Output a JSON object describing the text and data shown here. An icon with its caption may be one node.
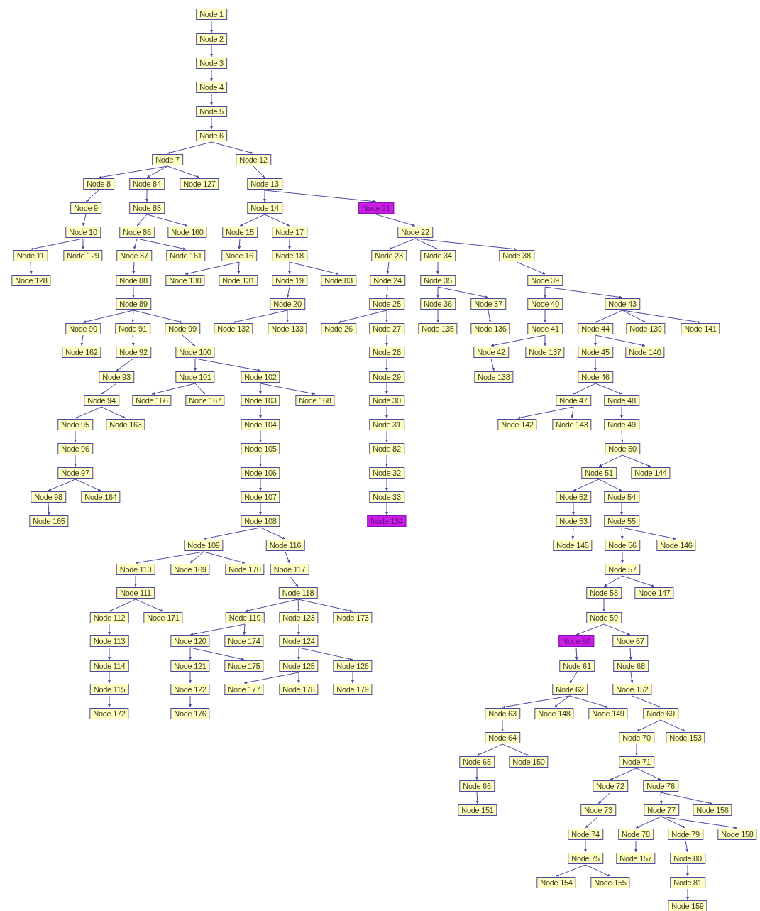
{
  "diagram": {
    "nodes": [
      {
        "text": [
          "Node 1"
        ]
      },
      {
        "text": [
          "Node 2"
        ]
      },
      {
        "text": [
          "Node 3"
        ]
      },
      {
        "text": [
          "Node 4"
        ]
      },
      {
        "text": [
          "Node 5"
        ]
      },
      {
        "text": [
          "Node 6"
        ]
      },
      {
        "text": [
          "Node 7"
        ]
      },
      {
        "text": [
          "Node 8"
        ]
      },
      {
        "text": [
          "Node 9"
        ]
      },
      {
        "text": [
          "Node 10"
        ]
      },
      {
        "text": [
          "Node 11"
        ]
      },
      {
        "text": [
          "Node 12"
        ]
      },
      {
        "text": [
          "Node 13"
        ]
      },
      {
        "text": [
          "Node 14"
        ]
      },
      {
        "text": [
          "Node 15"
        ]
      },
      {
        "text": [
          "Node 16"
        ]
      },
      {
        "text": [
          "Node 17"
        ]
      },
      {
        "text": [
          "Node 18"
        ]
      },
      {
        "text": [
          "Node 19"
        ]
      },
      {
        "text": [
          "Node 20"
        ]
      },
      {
        "text": [
          "Node 21"
        ]
      },
      {
        "text": [
          "Node 22"
        ]
      },
      {
        "text": [
          "Node 23"
        ]
      },
      {
        "text": [
          "Node 24"
        ]
      },
      {
        "text": [
          "Node 25"
        ]
      },
      {
        "text": [
          "Node 26"
        ]
      },
      {
        "text": [
          "Node 27"
        ]
      },
      {
        "text": [
          "Node 28"
        ]
      },
      {
        "text": [
          "Node 29"
        ]
      },
      {
        "text": [
          "Node 30"
        ]
      },
      {
        "text": [
          "Node 31"
        ]
      },
      {
        "text": [
          "Node 32"
        ]
      },
      {
        "text": [
          "Node 33"
        ]
      },
      {
        "text": [
          "Node 34"
        ]
      },
      {
        "text": [
          "Node 35"
        ]
      },
      {
        "text": [
          "Node 36"
        ]
      },
      {
        "text": [
          "Node 37"
        ]
      },
      {
        "text": [
          "Node 38"
        ]
      },
      {
        "text": [
          "Node 39"
        ]
      },
      {
        "text": [
          "Node 40"
        ]
      },
      {
        "text": [
          "Node 41"
        ]
      },
      {
        "text": [
          "Node 42"
        ]
      },
      {
        "text": [
          "Node 43"
        ]
      },
      {
        "text": [
          "Node 44"
        ]
      },
      {
        "text": [
          "Node 45"
        ]
      },
      {
        "text": [
          "Node 46"
        ]
      },
      {
        "text": [
          "Node 47"
        ]
      },
      {
        "text": [
          "Node 48"
        ]
      },
      {
        "text": [
          "Node 49"
        ]
      },
      {
        "text": [
          "Node 50"
        ]
      },
      {
        "text": [
          "Node 51"
        ]
      },
      {
        "text": [
          "Node 52"
        ]
      },
      {
        "text": [
          "Node 53"
        ]
      },
      {
        "text": [
          "Node 54"
        ]
      },
      {
        "text": [
          "Node 55"
        ]
      },
      {
        "text": [
          "Node 56"
        ]
      },
      {
        "text": [
          "Node 57"
        ]
      },
      {
        "text": [
          "Node 58"
        ]
      },
      {
        "text": [
          "Node 59"
        ]
      },
      {
        "text": [
          "Node 60"
        ]
      },
      {
        "text": [
          "Node 61"
        ]
      },
      {
        "text": [
          "Node 62"
        ]
      },
      {
        "text": [
          "Node 63"
        ]
      },
      {
        "text": [
          "Node 64"
        ]
      },
      {
        "text": [
          "Node 65"
        ]
      },
      {
        "text": [
          "Node 66"
        ]
      },
      {
        "text": [
          "Node 67"
        ]
      },
      {
        "text": [
          "Node 68"
        ]
      },
      {
        "text": [
          "Node 69"
        ]
      },
      {
        "text": [
          "Node 70"
        ]
      },
      {
        "text": [
          "Node 71"
        ]
      },
      {
        "text": [
          "Node 72"
        ]
      },
      {
        "text": [
          "Node 73"
        ]
      },
      {
        "text": [
          "Node 74"
        ]
      },
      {
        "text": [
          "Node 75"
        ]
      },
      {
        "text": [
          "Node 76"
        ]
      },
      {
        "text": [
          "Node 77"
        ]
      },
      {
        "text": [
          "Node 78"
        ]
      },
      {
        "text": [
          "Node 79"
        ]
      },
      {
        "text": [
          "Node 80"
        ]
      },
      {
        "text": [
          "Node 81"
        ]
      },
      {
        "text": [
          "Node 82"
        ]
      },
      {
        "text": [
          "Node 83"
        ]
      },
      {
        "text": [
          "Node 84"
        ]
      },
      {
        "text": [
          "Node 85"
        ]
      },
      {
        "text": [
          "Node 86"
        ]
      },
      {
        "text": [
          "Node 87"
        ]
      },
      {
        "text": [
          "Node 88"
        ]
      },
      {
        "text": [
          "Node 89"
        ]
      },
      {
        "text": [
          "Node 90"
        ]
      },
      {
        "text": [
          "Node 91"
        ]
      },
      {
        "text": [
          "Node 92"
        ]
      },
      {
        "text": [
          "Node 93"
        ]
      },
      {
        "text": [
          "Node 94"
        ]
      },
      {
        "text": [
          "Node 95"
        ]
      },
      {
        "text": [
          "Node 96"
        ]
      },
      {
        "text": [
          "Node 97"
        ]
      },
      {
        "text": [
          "Node 98"
        ]
      },
      {
        "text": [
          "Node 99"
        ]
      },
      {
        "text": [
          "Node 100"
        ]
      },
      {
        "text": [
          "Node 101"
        ]
      },
      {
        "text": [
          "Node 102"
        ]
      },
      {
        "text": [
          "Node 103"
        ]
      },
      {
        "text": [
          "Node 104"
        ]
      },
      {
        "text": [
          "Node 105"
        ]
      },
      {
        "text": [
          "Node 106"
        ]
      },
      {
        "text": [
          "Node 107"
        ]
      },
      {
        "text": [
          "Node 108"
        ]
      },
      {
        "text": [
          "Node 109"
        ]
      },
      {
        "text": [
          "Node 110"
        ]
      },
      {
        "text": [
          "Node 111"
        ]
      },
      {
        "text": [
          "Node 112"
        ]
      },
      {
        "text": [
          "Node 113"
        ]
      },
      {
        "text": [
          "Node 114"
        ]
      },
      {
        "text": [
          "Node 115"
        ]
      },
      {
        "text": [
          "Node 116"
        ]
      },
      {
        "text": [
          "Node 117"
        ]
      },
      {
        "text": [
          "Node 118"
        ]
      },
      {
        "text": [
          "Node 119"
        ]
      },
      {
        "text": [
          "Node 120"
        ]
      },
      {
        "text": [
          "Node 121"
        ]
      },
      {
        "text": [
          "Node 122"
        ]
      },
      {
        "text": [
          "Node 123"
        ]
      },
      {
        "text": [
          "Node 124"
        ]
      },
      {
        "text": [
          "Node 125"
        ]
      },
      {
        "text": [
          "Node 126"
        ]
      },
      {
        "text": [
          "Node 127"
        ]
      },
      {
        "text": [
          "Node 128"
        ]
      },
      {
        "text": [
          "Node 129"
        ]
      },
      {
        "text": [
          "Node 130"
        ]
      },
      {
        "text": [
          "Node 131"
        ]
      },
      {
        "text": [
          "Node 132"
        ]
      },
      {
        "text": [
          "Node 133"
        ]
      },
      {
        "text": [
          "Node 134"
        ]
      },
      {
        "text": [
          "Node 135"
        ]
      },
      {
        "text": [
          "Node 136"
        ]
      },
      {
        "text": [
          "Node 137"
        ]
      },
      {
        "text": [
          "Node 138"
        ]
      },
      {
        "text": [
          "Node 139"
        ]
      },
      {
        "text": [
          "Node 140"
        ]
      },
      {
        "text": [
          "Node 141"
        ]
      },
      {
        "text": [
          "Node 142"
        ]
      },
      {
        "text": [
          "Node 143"
        ]
      },
      {
        "text": [
          "Node 144"
        ]
      },
      {
        "text": [
          "Node 145"
        ]
      },
      {
        "text": [
          "Node 146"
        ]
      },
      {
        "text": [
          "Node 147"
        ]
      },
      {
        "text": [
          "Node 148"
        ]
      },
      {
        "text": [
          "Node 149"
        ]
      },
      {
        "text": [
          "Node 150"
        ]
      },
      {
        "text": [
          "Node 151"
        ]
      },
      {
        "text": [
          "Node 152"
        ]
      },
      {
        "text": [
          "Node 153"
        ]
      },
      {
        "text": [
          "Node 154"
        ]
      },
      {
        "text": [
          "Node 155"
        ]
      },
      {
        "text": [
          "Node 156"
        ]
      },
      {
        "text": [
          "Node 157"
        ]
      },
      {
        "text": [
          "Node 158"
        ]
      },
      {
        "text": [
          "Node 159"
        ]
      },
      {
        "text": [
          "Node 160"
        ]
      },
      {
        "text": [
          "Node 161"
        ]
      },
      {
        "text": [
          "Node 162"
        ]
      },
      {
        "text": [
          "Node 163"
        ]
      },
      {
        "text": [
          "Node 164"
        ]
      },
      {
        "text": [
          "Node 165"
        ]
      },
      {
        "text": [
          "Node 166"
        ]
      },
      {
        "text": [
          "Node 167"
        ]
      },
      {
        "text": [
          "Node 168"
        ]
      },
      {
        "text": [
          "Node 169"
        ]
      },
      {
        "text": [
          "Node 170"
        ]
      },
      {
        "text": [
          "Node 171"
        ]
      },
      {
        "text": [
          "Node 172"
        ]
      },
      {
        "text": [
          "Node 173"
        ]
      },
      {
        "text": [
          "Node 174"
        ]
      },
      {
        "text": [
          "Node 175"
        ]
      },
      {
        "text": [
          "Node 176"
        ]
      },
      {
        "text": [
          "Node 177"
        ]
      },
      {
        "text": [
          "Node 178"
        ]
      },
      {
        "text": [
          "Node 179"
        ]
      }
    ],
    "edges": [
      {
        "from": 0,
        "to": 1,
        "arrow": "to"
      },
      {
        "from": 1,
        "to": 2,
        "arrow": "to"
      },
      {
        "from": 2,
        "to": 3,
        "arrow": "to"
      },
      {
        "from": 3,
        "to": 4,
        "arrow": "to"
      },
      {
        "from": 4,
        "to": 5,
        "arrow": "to"
      },
      {
        "from": 5,
        "to": 6,
        "arrow": "to"
      },
      {
        "from": 5,
        "to": 11,
        "arrow": "to"
      },
      {
        "from": 6,
        "to": 7,
        "arrow": "to"
      },
      {
        "from": 6,
        "to": 83,
        "arrow": "to"
      },
      {
        "from": 6,
        "to": 126,
        "arrow": "to"
      },
      {
        "from": 7,
        "to": 8,
        "arrow": "to"
      },
      {
        "from": 8,
        "to": 9,
        "arrow": "to"
      },
      {
        "from": 9,
        "to": 10,
        "arrow": "to"
      },
      {
        "from": 9,
        "to": 128,
        "arrow": "to"
      },
      {
        "from": 10,
        "to": 127,
        "arrow": "to"
      },
      {
        "from": 83,
        "to": 84,
        "arrow": "to"
      },
      {
        "from": 84,
        "to": 85,
        "arrow": "to"
      },
      {
        "from": 84,
        "to": 159,
        "arrow": "to"
      },
      {
        "from": 85,
        "to": 86,
        "arrow": "to"
      },
      {
        "from": 85,
        "to": 160,
        "arrow": "to"
      },
      {
        "from": 86,
        "to": 87,
        "arrow": "to"
      },
      {
        "from": 87,
        "to": 88,
        "arrow": "to"
      },
      {
        "from": 88,
        "to": 89,
        "arrow": "to"
      },
      {
        "from": 88,
        "to": 90,
        "arrow": "to"
      },
      {
        "from": 88,
        "to": 98,
        "arrow": "to"
      },
      {
        "from": 89,
        "to": 161,
        "arrow": "to"
      },
      {
        "from": 90,
        "to": 91,
        "arrow": "to"
      },
      {
        "from": 91,
        "to": 92,
        "arrow": "to"
      },
      {
        "from": 92,
        "to": 93,
        "arrow": "to"
      },
      {
        "from": 93,
        "to": 94,
        "arrow": "to"
      },
      {
        "from": 93,
        "to": 162,
        "arrow": "to"
      },
      {
        "from": 94,
        "to": 95,
        "arrow": "to"
      },
      {
        "from": 95,
        "to": 96,
        "arrow": "to"
      },
      {
        "from": 96,
        "to": 97,
        "arrow": "to"
      },
      {
        "from": 96,
        "to": 163,
        "arrow": "to"
      },
      {
        "from": 97,
        "to": 164,
        "arrow": "to"
      },
      {
        "from": 98,
        "to": 99,
        "arrow": "to"
      },
      {
        "from": 99,
        "to": 100,
        "arrow": "to"
      },
      {
        "from": 99,
        "to": 101,
        "arrow": "to"
      },
      {
        "from": 100,
        "to": 165,
        "arrow": "to"
      },
      {
        "from": 100,
        "to": 166,
        "arrow": "to"
      },
      {
        "from": 101,
        "to": 102,
        "arrow": "to"
      },
      {
        "from": 101,
        "to": 167,
        "arrow": "to"
      },
      {
        "from": 102,
        "to": 103,
        "arrow": "to"
      },
      {
        "from": 103,
        "to": 104,
        "arrow": "to"
      },
      {
        "from": 104,
        "to": 105,
        "arrow": "to"
      },
      {
        "from": 105,
        "to": 106,
        "arrow": "to"
      },
      {
        "from": 106,
        "to": 107,
        "arrow": "to"
      },
      {
        "from": 107,
        "to": 108,
        "arrow": "to"
      },
      {
        "from": 107,
        "to": 115,
        "arrow": "to"
      },
      {
        "from": 108,
        "to": 109,
        "arrow": "to"
      },
      {
        "from": 108,
        "to": 168,
        "arrow": "to"
      },
      {
        "from": 108,
        "to": 169,
        "arrow": "to"
      },
      {
        "from": 109,
        "to": 110,
        "arrow": "to"
      },
      {
        "from": 110,
        "to": 111,
        "arrow": "to"
      },
      {
        "from": 110,
        "to": 170,
        "arrow": "to"
      },
      {
        "from": 111,
        "to": 112,
        "arrow": "to"
      },
      {
        "from": 112,
        "to": 113,
        "arrow": "to"
      },
      {
        "from": 113,
        "to": 114,
        "arrow": "to"
      },
      {
        "from": 114,
        "to": 171,
        "arrow": "to"
      },
      {
        "from": 115,
        "to": 116,
        "arrow": "to"
      },
      {
        "from": 116,
        "to": 117,
        "arrow": "to"
      },
      {
        "from": 117,
        "to": 118,
        "arrow": "to"
      },
      {
        "from": 117,
        "to": 122,
        "arrow": "to"
      },
      {
        "from": 117,
        "to": 172,
        "arrow": "to"
      },
      {
        "from": 118,
        "to": 119,
        "arrow": "to"
      },
      {
        "from": 118,
        "to": 173,
        "arrow": "to"
      },
      {
        "from": 119,
        "to": 120,
        "arrow": "to"
      },
      {
        "from": 119,
        "to": 174,
        "arrow": "to"
      },
      {
        "from": 120,
        "to": 121,
        "arrow": "to"
      },
      {
        "from": 121,
        "to": 175,
        "arrow": "to"
      },
      {
        "from": 122,
        "to": 123,
        "arrow": "to"
      },
      {
        "from": 123,
        "to": 124,
        "arrow": "to"
      },
      {
        "from": 123,
        "to": 125,
        "arrow": "to"
      },
      {
        "from": 124,
        "to": 176,
        "arrow": "to"
      },
      {
        "from": 124,
        "to": 177,
        "arrow": "to"
      },
      {
        "from": 125,
        "to": 178,
        "arrow": "to"
      },
      {
        "from": 11,
        "to": 12,
        "arrow": "to"
      },
      {
        "from": 12,
        "to": 13,
        "arrow": "to"
      },
      {
        "from": 12,
        "to": 20,
        "arrow": "to"
      },
      {
        "from": 13,
        "to": 14,
        "arrow": "to"
      },
      {
        "from": 13,
        "to": 16,
        "arrow": "to"
      },
      {
        "from": 14,
        "to": 15,
        "arrow": "to"
      },
      {
        "from": 15,
        "to": 129,
        "arrow": "to"
      },
      {
        "from": 15,
        "to": 130,
        "arrow": "to"
      },
      {
        "from": 16,
        "to": 17,
        "arrow": "to"
      },
      {
        "from": 17,
        "to": 18,
        "arrow": "to"
      },
      {
        "from": 17,
        "to": 82,
        "arrow": "to"
      },
      {
        "from": 18,
        "to": 19,
        "arrow": "to"
      },
      {
        "from": 19,
        "to": 131,
        "arrow": "to"
      },
      {
        "from": 19,
        "to": 132,
        "arrow": "to"
      },
      {
        "from": 20,
        "to": 21,
        "arrow": "to"
      },
      {
        "from": 21,
        "to": 22,
        "arrow": "to"
      },
      {
        "from": 21,
        "to": 33,
        "arrow": "to"
      },
      {
        "from": 21,
        "to": 37,
        "arrow": "to"
      },
      {
        "from": 22,
        "to": 23,
        "arrow": "to"
      },
      {
        "from": 23,
        "to": 24,
        "arrow": "to"
      },
      {
        "from": 24,
        "to": 25,
        "arrow": "to"
      },
      {
        "from": 24,
        "to": 26,
        "arrow": "to"
      },
      {
        "from": 26,
        "to": 27,
        "arrow": "to"
      },
      {
        "from": 27,
        "to": 28,
        "arrow": "to"
      },
      {
        "from": 28,
        "to": 29,
        "arrow": "to"
      },
      {
        "from": 29,
        "to": 30,
        "arrow": "to"
      },
      {
        "from": 30,
        "to": 81,
        "arrow": "to"
      },
      {
        "from": 81,
        "to": 31,
        "arrow": "to"
      },
      {
        "from": 31,
        "to": 32,
        "arrow": "to"
      },
      {
        "from": 32,
        "to": 133,
        "arrow": "to"
      },
      {
        "from": 33,
        "to": 34,
        "arrow": "to"
      },
      {
        "from": 34,
        "to": 35,
        "arrow": "to"
      },
      {
        "from": 34,
        "to": 36,
        "arrow": "to"
      },
      {
        "from": 35,
        "to": 134,
        "arrow": "to"
      },
      {
        "from": 36,
        "to": 135,
        "arrow": "to"
      },
      {
        "from": 37,
        "to": 38,
        "arrow": "to"
      },
      {
        "from": 38,
        "to": 39,
        "arrow": "to"
      },
      {
        "from": 38,
        "to": 42,
        "arrow": "to"
      },
      {
        "from": 39,
        "to": 40,
        "arrow": "to"
      },
      {
        "from": 40,
        "to": 41,
        "arrow": "to"
      },
      {
        "from": 40,
        "to": 136,
        "arrow": "to"
      },
      {
        "from": 41,
        "to": 137,
        "arrow": "to"
      },
      {
        "from": 42,
        "to": 43,
        "arrow": "to"
      },
      {
        "from": 42,
        "to": 138,
        "arrow": "to"
      },
      {
        "from": 42,
        "to": 140,
        "arrow": "to"
      },
      {
        "from": 43,
        "to": 44,
        "arrow": "to"
      },
      {
        "from": 43,
        "to": 139,
        "arrow": "to"
      },
      {
        "from": 44,
        "to": 45,
        "arrow": "to"
      },
      {
        "from": 45,
        "to": 46,
        "arrow": "to"
      },
      {
        "from": 45,
        "to": 47,
        "arrow": "to"
      },
      {
        "from": 46,
        "to": 141,
        "arrow": "to"
      },
      {
        "from": 46,
        "to": 142,
        "arrow": "to"
      },
      {
        "from": 47,
        "to": 48,
        "arrow": "to"
      },
      {
        "from": 48,
        "to": 49,
        "arrow": "to"
      },
      {
        "from": 49,
        "to": 50,
        "arrow": "to"
      },
      {
        "from": 49,
        "to": 143,
        "arrow": "to"
      },
      {
        "from": 50,
        "to": 51,
        "arrow": "to"
      },
      {
        "from": 50,
        "to": 53,
        "arrow": "to"
      },
      {
        "from": 51,
        "to": 52,
        "arrow": "to"
      },
      {
        "from": 52,
        "to": 144,
        "arrow": "to"
      },
      {
        "from": 53,
        "to": 54,
        "arrow": "to"
      },
      {
        "from": 54,
        "to": 55,
        "arrow": "to"
      },
      {
        "from": 54,
        "to": 145,
        "arrow": "to"
      },
      {
        "from": 55,
        "to": 56,
        "arrow": "to"
      },
      {
        "from": 56,
        "to": 57,
        "arrow": "to"
      },
      {
        "from": 56,
        "to": 146,
        "arrow": "to"
      },
      {
        "from": 57,
        "to": 58,
        "arrow": "to"
      },
      {
        "from": 58,
        "to": 59,
        "arrow": "to"
      },
      {
        "from": 58,
        "to": 66,
        "arrow": "to"
      },
      {
        "from": 59,
        "to": 60,
        "arrow": "to"
      },
      {
        "from": 60,
        "to": 61,
        "arrow": "to"
      },
      {
        "from": 61,
        "to": 62,
        "arrow": "to"
      },
      {
        "from": 61,
        "to": 147,
        "arrow": "to"
      },
      {
        "from": 61,
        "to": 148,
        "arrow": "to"
      },
      {
        "from": 62,
        "to": 63,
        "arrow": "to"
      },
      {
        "from": 63,
        "to": 64,
        "arrow": "to"
      },
      {
        "from": 63,
        "to": 149,
        "arrow": "to"
      },
      {
        "from": 64,
        "to": 65,
        "arrow": "to"
      },
      {
        "from": 65,
        "to": 150,
        "arrow": "to"
      },
      {
        "from": 66,
        "to": 67,
        "arrow": "to"
      },
      {
        "from": 67,
        "to": 151,
        "arrow": "to"
      },
      {
        "from": 151,
        "to": 68,
        "arrow": "to"
      },
      {
        "from": 68,
        "to": 69,
        "arrow": "to"
      },
      {
        "from": 68,
        "to": 152,
        "arrow": "to"
      },
      {
        "from": 69,
        "to": 70,
        "arrow": "to"
      },
      {
        "from": 70,
        "to": 71,
        "arrow": "to"
      },
      {
        "from": 70,
        "to": 75,
        "arrow": "to"
      },
      {
        "from": 71,
        "to": 72,
        "arrow": "to"
      },
      {
        "from": 72,
        "to": 73,
        "arrow": "to"
      },
      {
        "from": 73,
        "to": 74,
        "arrow": "to"
      },
      {
        "from": 74,
        "to": 153,
        "arrow": "to"
      },
      {
        "from": 74,
        "to": 154,
        "arrow": "to"
      },
      {
        "from": 75,
        "to": 76,
        "arrow": "to"
      },
      {
        "from": 75,
        "to": 155,
        "arrow": "to"
      },
      {
        "from": 76,
        "to": 77,
        "arrow": "to"
      },
      {
        "from": 76,
        "to": 78,
        "arrow": "to"
      },
      {
        "from": 76,
        "to": 157,
        "arrow": "to"
      },
      {
        "from": 77,
        "to": 156,
        "arrow": "to"
      },
      {
        "from": 78,
        "to": 79,
        "arrow": "to"
      },
      {
        "from": 79,
        "to": 80,
        "arrow": "to"
      },
      {
        "from": 80,
        "to": 158,
        "arrow": "to"
      }
    ]
  }
}
